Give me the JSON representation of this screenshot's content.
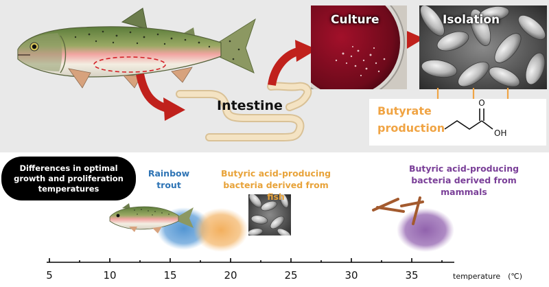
{
  "top_panel": {
    "intestine_label": "Intestine",
    "culture_label": "Culture",
    "isolation_label": "Isolation",
    "butyrate": {
      "line1": "Butyrate",
      "line2": "production",
      "oh_label": "OH",
      "o_label": "O"
    }
  },
  "bottom_panel": {
    "badge_line1": "Differences in optimal",
    "badge_line2": "growth and proliferation",
    "badge_line3": "temperatures",
    "trout_label_1": "Rainbow",
    "trout_label_2": "trout",
    "fish_bacteria_label_1": "Butyric acid-producing",
    "fish_bacteria_label_2": "bacteria derived from fish",
    "mammal_bacteria_label_1": "Butyric acid-producing",
    "mammal_bacteria_label_2": "bacteria derived from",
    "mammal_bacteria_label_3": "mammals",
    "axis": {
      "ticks": [
        "5",
        "10",
        "15",
        "20",
        "25",
        "30",
        "35"
      ],
      "title": "temperature　(℃)"
    }
  },
  "colors": {
    "arrow_red": "#c0211c",
    "orange": "#f0a444",
    "trout_blue": "#2e74b5",
    "fish_bacteria_orange": "#e8a33a",
    "mammal_purple": "#7a3f98"
  }
}
